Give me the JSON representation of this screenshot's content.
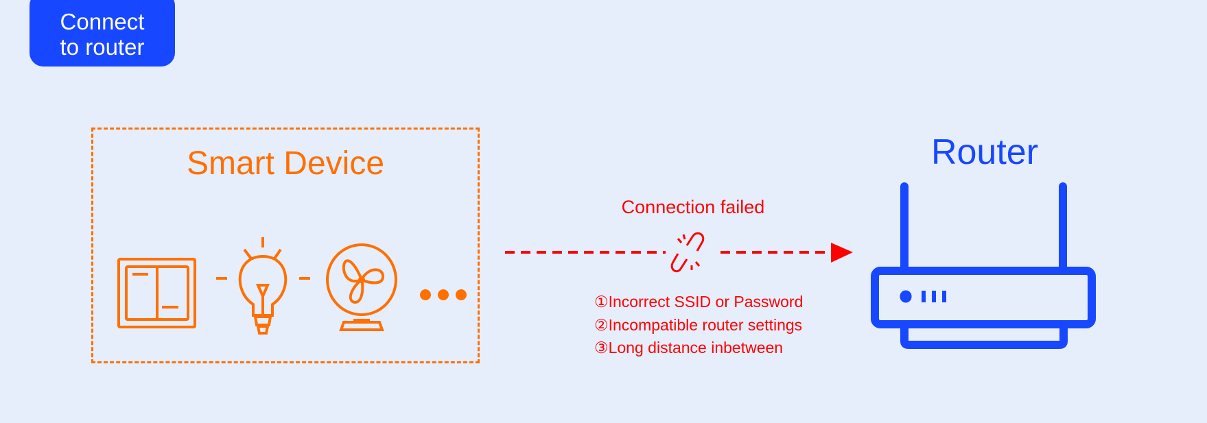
{
  "button": {
    "label_line1": "Connect",
    "label_line2": "to router"
  },
  "smart_device": {
    "title": "Smart Device",
    "icons": [
      "switch-icon",
      "light-bulb-icon",
      "fan-icon",
      "more-dots-icon"
    ]
  },
  "router": {
    "title": "Router",
    "icon": "router-icon"
  },
  "connection": {
    "status": "Connection failed",
    "icon": "broken-link-icon",
    "reasons": [
      "①Incorrect SSID or Password",
      "②Incompatible router settings",
      "③Long distance inbetween"
    ]
  },
  "colors": {
    "background": "#e6eefc",
    "blue": "#1747ff",
    "orange": "#ff7000",
    "red": "#ff0000"
  }
}
